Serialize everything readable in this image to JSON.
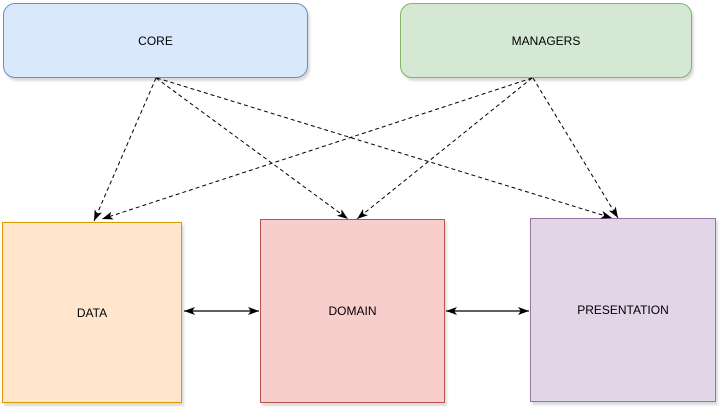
{
  "diagram": {
    "nodes": [
      {
        "id": "core",
        "label": "CORE",
        "fill": "#dae8fc",
        "stroke": "#6c8ebf",
        "shape": "rounded-rectangle"
      },
      {
        "id": "managers",
        "label": "MANAGERS",
        "fill": "#d5e8d4",
        "stroke": "#82b366",
        "shape": "rounded-rectangle"
      },
      {
        "id": "data",
        "label": "DATA",
        "fill": "#ffe6cc",
        "stroke": "#d79b00",
        "shape": "rectangle"
      },
      {
        "id": "domain",
        "label": "DOMAIN",
        "fill": "#f8cecc",
        "stroke": "#b85450",
        "shape": "rectangle"
      },
      {
        "id": "presentation",
        "label": "PRESENTATION",
        "fill": "#e1d5e7",
        "stroke": "#9673a6",
        "shape": "rectangle"
      }
    ],
    "edges": [
      {
        "from": "core",
        "to": "data",
        "style": "dashed",
        "direction": "one-way"
      },
      {
        "from": "core",
        "to": "domain",
        "style": "dashed",
        "direction": "one-way"
      },
      {
        "from": "core",
        "to": "presentation",
        "style": "dashed",
        "direction": "one-way"
      },
      {
        "from": "managers",
        "to": "data",
        "style": "dashed",
        "direction": "one-way"
      },
      {
        "from": "managers",
        "to": "domain",
        "style": "dashed",
        "direction": "one-way"
      },
      {
        "from": "managers",
        "to": "presentation",
        "style": "dashed",
        "direction": "one-way"
      },
      {
        "from": "data",
        "to": "domain",
        "style": "solid",
        "direction": "two-way"
      },
      {
        "from": "domain",
        "to": "presentation",
        "style": "solid",
        "direction": "two-way"
      }
    ],
    "edge_color": "#000000",
    "background_color": "#ffffff"
  }
}
